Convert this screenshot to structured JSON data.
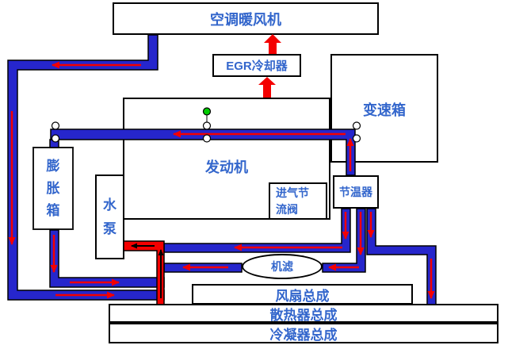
{
  "boxes": {
    "hvac_heater": {
      "label": "空调暖风机"
    },
    "egr_cooler": {
      "label": "EGR冷却器"
    },
    "gearbox": {
      "label": "变速箱"
    },
    "engine": {
      "label": "发动机"
    },
    "expansion_tank": {
      "label": "膨胀箱"
    },
    "water_pump": {
      "label": "水泵"
    },
    "intake_throttle": {
      "label": "进气节流阀"
    },
    "thermostat": {
      "label": "节温器"
    },
    "oil_filter": {
      "label": "机滤"
    },
    "fan_assembly": {
      "label": "风扇总成"
    },
    "radiator_assembly": {
      "label": "散热器总成"
    },
    "condenser_assembly": {
      "label": "冷凝器总成"
    }
  },
  "colors": {
    "pipe_blue": "#2626CC",
    "flow_red": "#F40000",
    "label_blue": "#3366CC",
    "handle_green": "#00CC00"
  }
}
